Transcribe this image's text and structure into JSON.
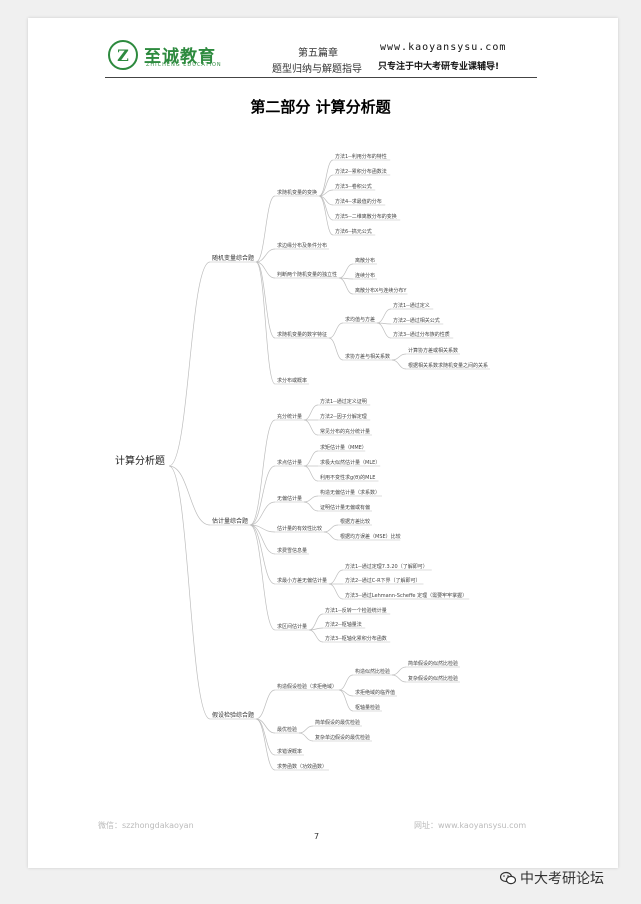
{
  "header": {
    "logo_letter": "Z",
    "brand_cn": "至诚教育",
    "brand_en": "ZHICHENG EDUCATION",
    "chapter": "第五篇章",
    "chapter_sub": "题型归纳与解题指导",
    "website": "www.kaoyansysu.com",
    "slogan": "只专注于中大考研专业课辅导!"
  },
  "title": "第二部分 计算分析题",
  "mindmap": {
    "root": "计算分析题",
    "branches": [
      {
        "label": "随机变量综合题",
        "children": [
          {
            "label": "求随机变量的变换",
            "children": [
              {
                "label": "方法1--利用分布的特性"
              },
              {
                "label": "方法2--累积分布函数法"
              },
              {
                "label": "方法3--卷积公式"
              },
              {
                "label": "方法4--求最值的分布"
              },
              {
                "label": "方法5--二维离散分布的变换"
              },
              {
                "label": "方法6--搞元公式"
              }
            ]
          },
          {
            "label": "求边缘分布及条件分布"
          },
          {
            "label": "判断两个随机变量的独立性",
            "children": [
              {
                "label": "离散分布"
              },
              {
                "label": "连续分布"
              },
              {
                "label": "离散分布X与连续分布Y"
              }
            ]
          },
          {
            "label": "求随机变量的数字特征",
            "children": [
              {
                "label": "求均值与方差",
                "children": [
                  {
                    "label": "方法1--通过定义"
                  },
                  {
                    "label": "方法2--通过相关公式"
                  },
                  {
                    "label": "方法3--通过分布族的性质"
                  }
                ]
              },
              {
                "label": "求协方差与相关系数",
                "children": [
                  {
                    "label": "计算协方差或相关系数"
                  },
                  {
                    "label": "根据相关系数求随机变量之间的关系"
                  }
                ]
              }
            ]
          },
          {
            "label": "求分布或概率"
          }
        ]
      },
      {
        "label": "估计量综合题",
        "children": [
          {
            "label": "充分统计量",
            "children": [
              {
                "label": "方法1--通过定义证明"
              },
              {
                "label": "方法2--因子分解定理"
              },
              {
                "label": "常见分布的充分统计量"
              }
            ]
          },
          {
            "label": "求点估计量",
            "children": [
              {
                "label": "求矩估计量（MME）"
              },
              {
                "label": "求极大似然估计量（MLE）"
              },
              {
                "label": "利用不变性求g(θ)的MLE"
              }
            ]
          },
          {
            "label": "无偏估计量",
            "children": [
              {
                "label": "构造无偏估计量（求系数）"
              },
              {
                "label": "证明估计量无偏或有偏"
              }
            ]
          },
          {
            "label": "估计量的有效性比较",
            "children": [
              {
                "label": "根据方差比较"
              },
              {
                "label": "根据均方误差（MSE）比较"
              }
            ]
          },
          {
            "label": "求费雪信息量"
          },
          {
            "label": "求最小方差无偏估计量",
            "children": [
              {
                "label": "方法1--通过定理7.3.20（了解即可）"
              },
              {
                "label": "方法2--通过C-R下界（了解即可）"
              },
              {
                "label": "方法3--通过Lehmann-Scheffe 定理（需要牢牢掌握）"
              }
            ]
          },
          {
            "label": "求区间估计量",
            "children": [
              {
                "label": "方法1--反转一个检验统计量"
              },
              {
                "label": "方法2--枢轴量法"
              },
              {
                "label": "方法3--枢轴化累积分布函数"
              }
            ]
          }
        ]
      },
      {
        "label": "假设检验综合题",
        "children": [
          {
            "label": "构造假设检验（求拒绝域）",
            "children": [
              {
                "label": "构造似然比检验",
                "children": [
                  {
                    "label": "简单假设的似然比检验"
                  },
                  {
                    "label": "复杂假设的似然比检验"
                  }
                ]
              },
              {
                "label": "求拒绝域的临界值"
              },
              {
                "label": "枢轴量检验"
              }
            ]
          },
          {
            "label": "最优检验",
            "children": [
              {
                "label": "简单假设的最优检验"
              },
              {
                "label": "复杂单边假设的最优检验"
              }
            ]
          },
          {
            "label": "求错误概率"
          },
          {
            "label": "求势函数（功效函数）"
          }
        ]
      }
    ]
  },
  "footer": {
    "left": "微信：szzhongdakaoyan",
    "right": "网址：www.kaoyansysu.com",
    "page": "7"
  },
  "watermark": "中大考研论坛"
}
